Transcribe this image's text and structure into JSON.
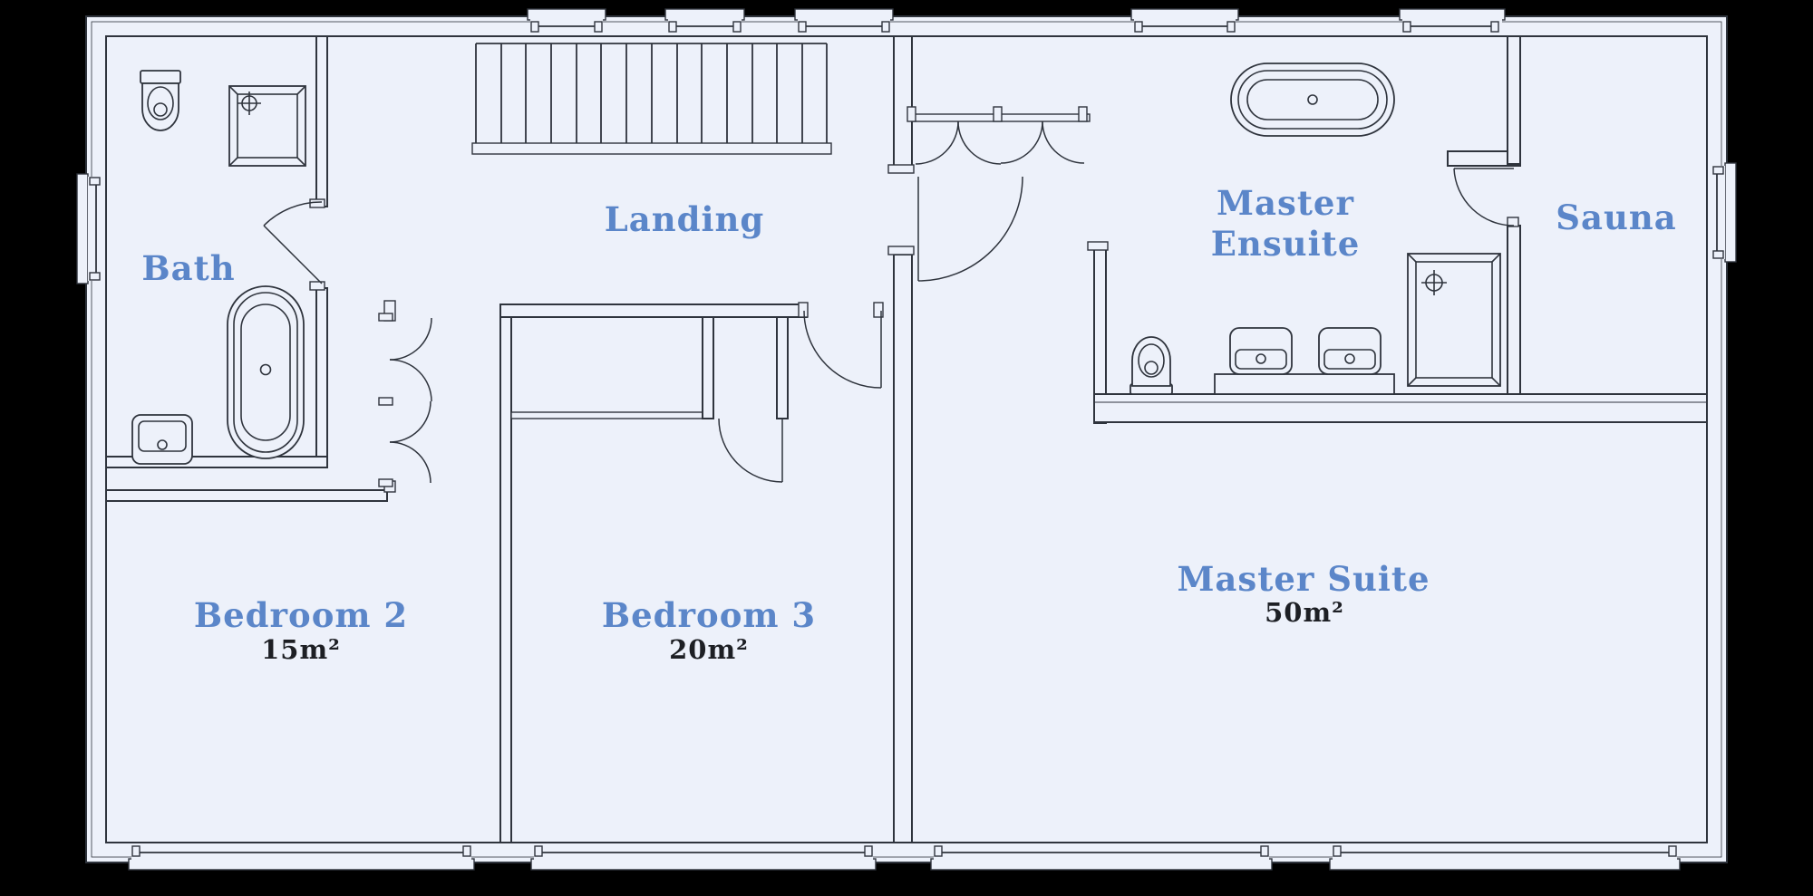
{
  "document": {
    "type": "floor-plan",
    "background_color": "#000000",
    "floor_color": "#edf1fa",
    "line_color": "#2f343d",
    "room_label_color": "#5b86c9",
    "area_label_color": "#1d1f24"
  },
  "plan": {
    "rooms": [
      {
        "id": "bath",
        "label": "Bath"
      },
      {
        "id": "landing",
        "label": "Landing"
      },
      {
        "id": "master-ensuite",
        "label_line1": "Master",
        "label_line2": "Ensuite"
      },
      {
        "id": "sauna",
        "label": "Sauna"
      },
      {
        "id": "bedroom-2",
        "label": "Bedroom 2",
        "area": "15m²"
      },
      {
        "id": "bedroom-3",
        "label": "Bedroom 3",
        "area": "20m²"
      },
      {
        "id": "master-suite",
        "label": "Master Suite",
        "area": "50m²"
      }
    ],
    "fixtures": [
      "toilet-icon",
      "shower-icon",
      "bathtub-icon",
      "sink-icon",
      "freestanding-bathtub-icon",
      "toilet-icon",
      "vanity-sink-icon",
      "vanity-sink-icon",
      "shower-icon",
      "staircase-icon",
      "window-icon",
      "door-swing-icon"
    ]
  }
}
